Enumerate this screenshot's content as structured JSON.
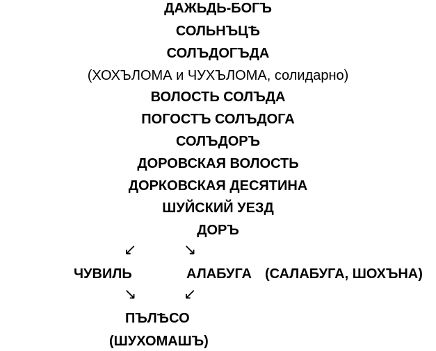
{
  "lines": [
    "ДАЖЬДЬ-БОГЪ",
    "СОЛЬНЪЦѢ",
    "СОЛЪДОГЪДА",
    "(ХОХЪЛОМА и ЧУХЪЛОМА, солидарно)",
    "ВОЛОСТЬ СОЛЪДА",
    "ПОГОСТЪ СОЛЪДОГА",
    "СОЛЪДОРЪ",
    "ДОРОВСКАЯ ВОЛОСТЬ",
    "ДОРКОВСКАЯ ДЕСЯТИНА",
    "ШУЙСКИЙ УЕЗД",
    "ДОРЪ"
  ],
  "branches": {
    "left_node": "ЧУВИЛЬ",
    "right_node": "АЛАБУГА",
    "right_note": "(САЛАБУГА, ШОХЪНА)"
  },
  "bottom": {
    "node": "ПЪЛѢСО",
    "note": "(ШУХОМАШЪ)"
  },
  "arrows": {
    "down_left": "↙",
    "down_right": "↘"
  }
}
